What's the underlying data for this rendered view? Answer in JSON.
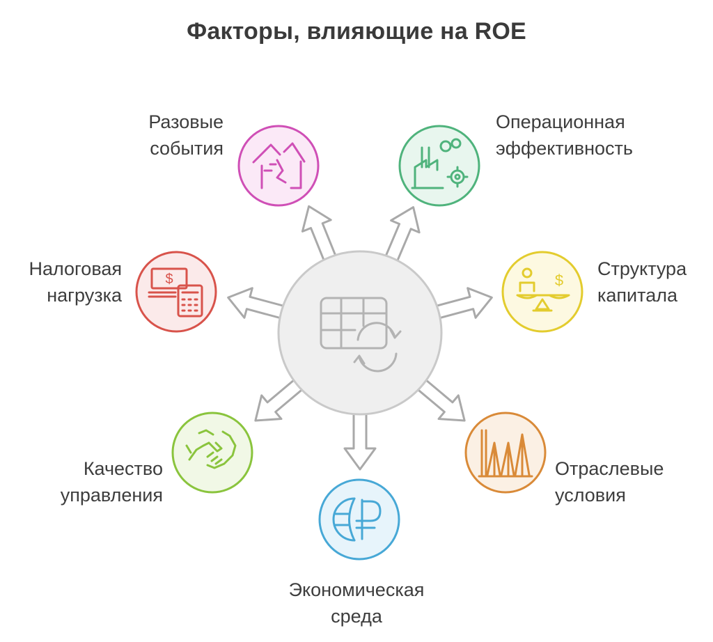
{
  "title": "Факторы, влияющие на ROE",
  "colors": {
    "hub_fill": "#efefef",
    "hub_stroke": "#c9c9c9",
    "arrow_stroke": "#a9a9a9",
    "pink": "#cf4fb6",
    "green": "#4fb37c",
    "yellow": "#e3cc2e",
    "red": "#d8534b",
    "olive": "#8ac43d",
    "orange": "#d98a38",
    "blue": "#47a8d6"
  },
  "center": {
    "icon": "spreadsheet-refresh-icon"
  },
  "factors": [
    {
      "id": "one-time-events",
      "lines": [
        "Разовые",
        "события"
      ],
      "icon": "broken-house-icon",
      "color": "#cf4fb6",
      "fill": "#fbe9f7"
    },
    {
      "id": "operational-efficiency",
      "lines": [
        "Операционная",
        "эффективность"
      ],
      "icon": "factory-gear-icon",
      "color": "#4fb37c",
      "fill": "#e8f6ee"
    },
    {
      "id": "tax-burden",
      "lines": [
        "Налоговая",
        "нагрузка"
      ],
      "icon": "money-calculator-icon",
      "color": "#d8534b",
      "fill": "#fbeaea"
    },
    {
      "id": "capital-structure",
      "lines": [
        "Структура",
        "капитала"
      ],
      "icon": "person-dollar-scale-icon",
      "color": "#e3cc2e",
      "fill": "#fdf9e1"
    },
    {
      "id": "management-quality",
      "lines": [
        "Качество",
        "управления"
      ],
      "icon": "handshake-icon",
      "color": "#8ac43d",
      "fill": "#f1f8e6"
    },
    {
      "id": "industry-conditions",
      "lines": [
        "Отраслевые",
        "условия"
      ],
      "icon": "factory-chimneys-icon",
      "color": "#d98a38",
      "fill": "#fbf0e4"
    },
    {
      "id": "economic-environment",
      "lines": [
        "Экономическая",
        "среда"
      ],
      "icon": "globe-ruble-icon",
      "color": "#47a8d6",
      "fill": "#e7f4fb"
    }
  ]
}
